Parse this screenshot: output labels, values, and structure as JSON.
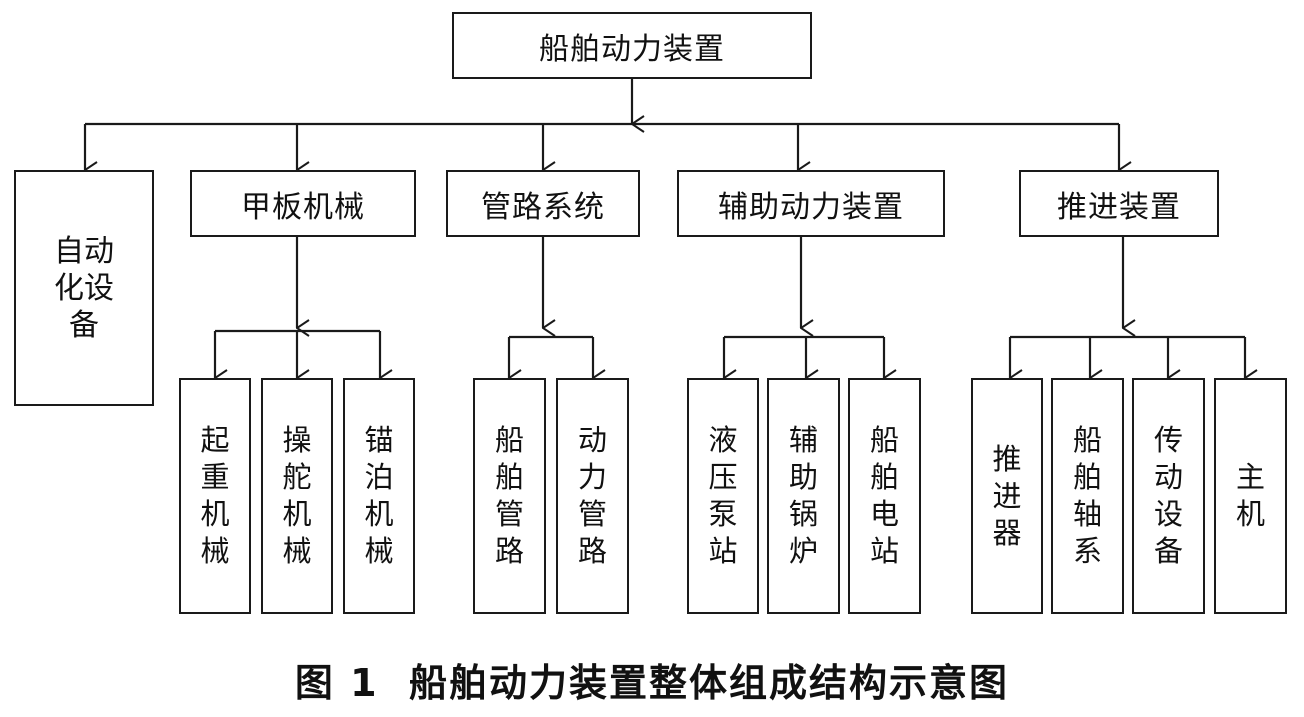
{
  "root": "船舶动力装置",
  "automation": "自动化设备",
  "deck": {
    "label": "甲板机械",
    "children": [
      "起重机械",
      "操舵机械",
      "锚泊机械"
    ]
  },
  "piping": {
    "label": "管路系统",
    "children": [
      "船舶管路",
      "动力管路"
    ]
  },
  "auxiliary": {
    "label": "辅助动力装置",
    "children": [
      "液压泵站",
      "辅助锅炉",
      "船舶电站"
    ]
  },
  "propulsion": {
    "label": "推进装置",
    "children": [
      "推进器",
      "船舶轴系",
      "传动设备",
      "主机"
    ]
  },
  "caption": "图 1  船舶动力装置整体组成结构示意图"
}
